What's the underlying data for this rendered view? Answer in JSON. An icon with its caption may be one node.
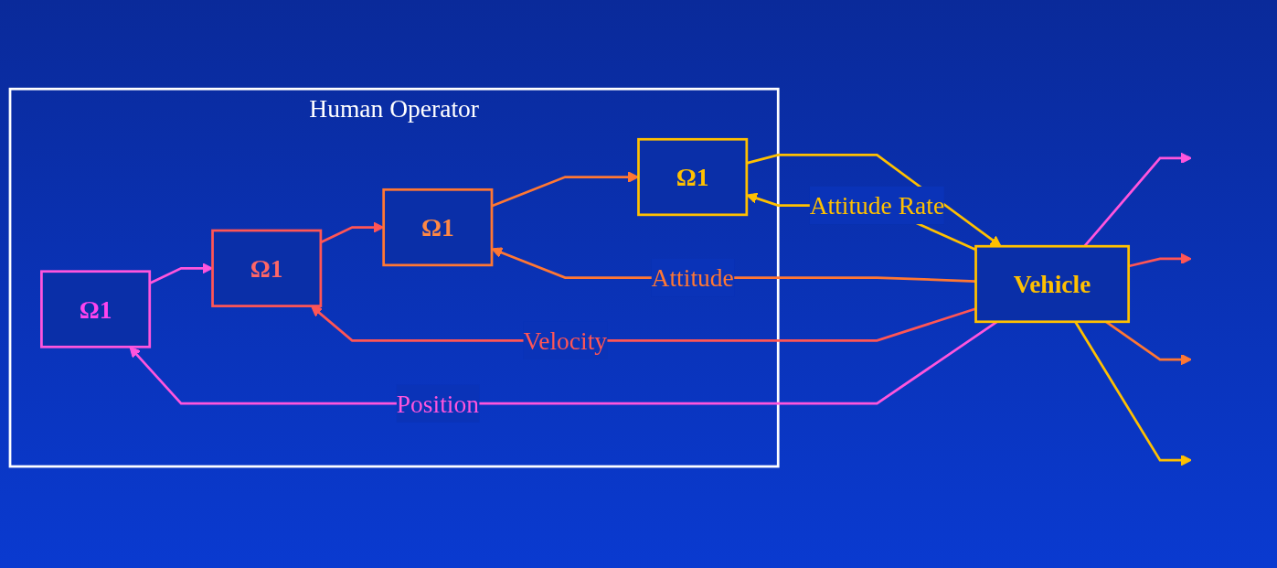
{
  "diagram": {
    "nodes": [
      {
        "text": [
          "Human Operator"
        ]
      },
      {
        "text": [
          "Ω1"
        ],
        "in": 0
      },
      {
        "text": [
          "Ω1"
        ],
        "in": 0
      },
      {
        "text": [
          "Ω1"
        ],
        "in": 0
      },
      {
        "text": [
          "Ω1"
        ],
        "in": 0
      },
      {
        "text": [
          "Vehicle"
        ]
      }
    ],
    "edges": [
      {
        "from": 1,
        "to": 2,
        "arrow": "to",
        "color": "#ff55dd"
      },
      {
        "from": 2,
        "to": 3,
        "arrow": "to",
        "color": "#ff5555"
      },
      {
        "from": 3,
        "to": 4,
        "arrow": "to",
        "color": "#ff7733"
      },
      {
        "from": 4,
        "to": 5,
        "arrow": "to",
        "color": "#ffc000"
      },
      {
        "from": 5,
        "to": null,
        "arrow": "to",
        "color": "#ff55dd"
      },
      {
        "from": 5,
        "to": null,
        "arrow": "to",
        "color": "#ff5555"
      },
      {
        "from": 5,
        "to": null,
        "arrow": "to",
        "color": "#ff7733"
      },
      {
        "from": 5,
        "to": null,
        "arrow": "to",
        "color": "#ffc000"
      },
      {
        "from": 5,
        "to": 4,
        "arrow": "to",
        "label": "Attitude Rate",
        "color": "#ffc000"
      },
      {
        "from": 5,
        "to": 3,
        "arrow": "to",
        "label": "Attitude",
        "color": "#ff7733"
      },
      {
        "from": 5,
        "to": 2,
        "arrow": "to",
        "label": "Velocity",
        "color": "#ff5555"
      },
      {
        "from": 5,
        "to": 1,
        "arrow": "to",
        "label": "Position",
        "color": "#ff55dd"
      }
    ]
  }
}
